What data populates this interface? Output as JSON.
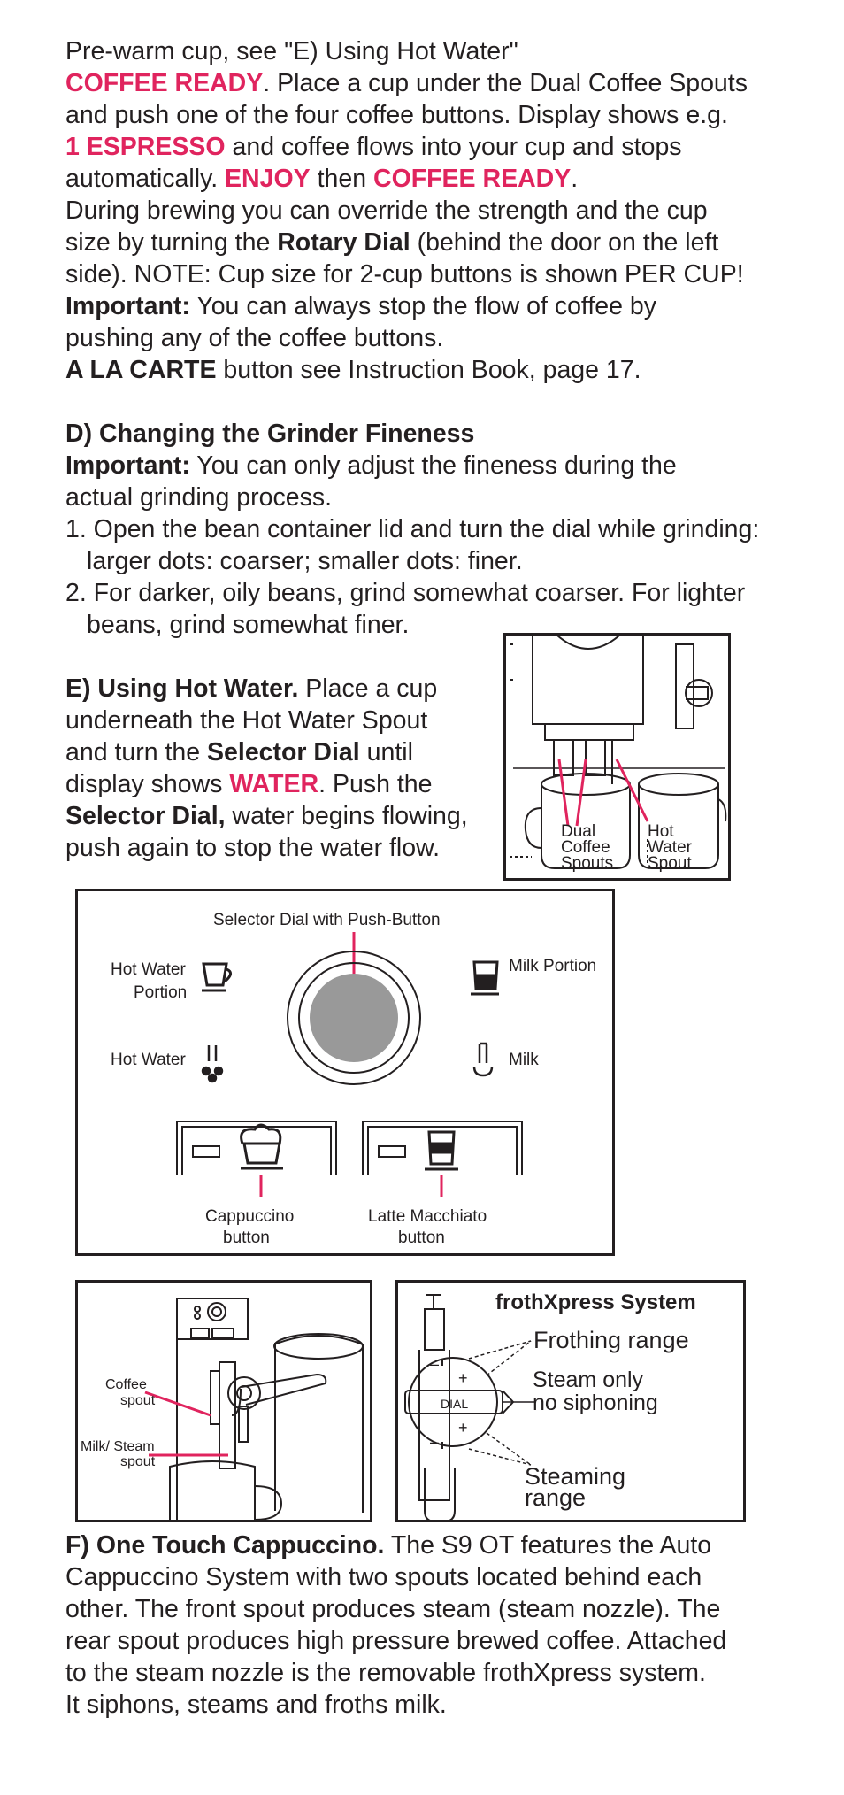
{
  "section_c": {
    "l1": "Pre-warm cup, see \"E) Using Hot Water\"",
    "l2_red": "COFFEE READY",
    "l2": ". Place a cup under the Dual Coffee Spouts",
    "l3": "and push one of the four coffee buttons. Display shows e.g.",
    "l4_red": "1 ESPRESSO",
    "l4": " and coffee flows into your cup and stops",
    "l5": "automatically. ",
    "l5_red1": "ENJOY",
    "l5_mid": " then ",
    "l5_red2": "COFFEE READY",
    "l5_end": ".",
    "l6": "During brewing you can override the strength and the cup",
    "l7a": "size by turning the ",
    "l7b": "Rotary Dial",
    "l7c": " (behind the door on the left",
    "l8": "side). NOTE: Cup size for 2-cup buttons is shown PER CUP!",
    "l9b": "Important:",
    "l9": " You can always stop the flow of coffee by",
    "l10": "pushing any of the coffee buttons.",
    "l11b": "A LA CARTE",
    "l11": " button see Instruction Book, page 17."
  },
  "section_d": {
    "heading": "D) Changing the Grinder Fineness",
    "imp_b": "Important:",
    "imp": " You can only adjust the fineness during the",
    "imp2": "actual grinding process.",
    "s1a": "1. Open the bean container lid and turn the dial while grinding:",
    "s1b": "larger dots: coarser; smaller dots: finer.",
    "s2a": "2. For darker, oily beans, grind somewhat coarser. For lighter",
    "s2b": "beans, grind somewhat finer."
  },
  "section_e": {
    "h": "E) Using Hot Water.",
    "l1": " Place a cup",
    "l2": "underneath the Hot Water Spout",
    "l3a": "and turn the ",
    "l3b": "Selector Dial",
    "l3c": " until",
    "l4a": "display shows ",
    "l4red": "WATER",
    "l4c": ". Push the",
    "l5b": "Selector Dial,",
    "l5": " water begins flowing,",
    "l6": "push again to stop the water flow."
  },
  "spout_figure": {
    "dual1": "Dual",
    "dual2": "Coffee",
    "dual3": "Spouts",
    "hot1": "Hot",
    "hot2": "Water",
    "hot3": "Spout"
  },
  "selector_figure": {
    "title": "Selector Dial with Push-Button",
    "hot_water_portion_1": "Hot Water",
    "hot_water_portion_2": "Portion",
    "hot_water": "Hot Water",
    "milk_portion": "Milk Portion",
    "milk": "Milk",
    "cappuccino_1": "Cappuccino",
    "cappuccino_2": "button",
    "latte_1": "Latte Macchiato",
    "latte_2": "button"
  },
  "machine_figure": {
    "coffee_1": "Coffee",
    "coffee_2": "spout",
    "milk_1": "Milk/ Steam",
    "milk_2": "spout"
  },
  "froth_figure": {
    "title": "frothXpress System",
    "frothing": "Frothing range",
    "steam_1": "Steam only",
    "steam_2": "no siphoning",
    "steaming_1": "Steaming",
    "steaming_2": "range",
    "dial": "DIAL"
  },
  "section_f": {
    "h": "F) One Touch Cappuccino.",
    "l1": " The S9 OT features the Auto",
    "l2": "Cappuccino System with two spouts located behind each",
    "l3": "other. The front spout produces steam (steam nozzle). The",
    "l4": "rear spout produces high pressure brewed coffee. Attached",
    "l5": "to the steam nozzle is the removable frothXpress system.",
    "l6": "It siphons, steams and froths milk."
  },
  "colors": {
    "accent": "#e0245e",
    "text": "#231f20",
    "dial": "#999999"
  },
  "icons": [
    "cup-icon",
    "hot-water-icon",
    "milk-portion-icon",
    "milk-icon",
    "cappuccino-icon",
    "latte-icon"
  ]
}
